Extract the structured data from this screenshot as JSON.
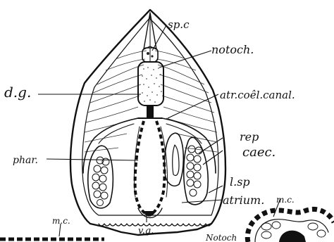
{
  "figure": {
    "labels": {
      "sp_c": "sp.c",
      "notoch": "notoch.",
      "d_g": "d.g.",
      "atr_coel_canal": "atr.coêl.canal.",
      "rep": "rep",
      "caec": "caec.",
      "phar": "phar.",
      "l_sp": "l.sp",
      "atrium": "atrium.",
      "m_c_right": "m.c.",
      "m_c_left": "m.c.",
      "v_g": "v.g.",
      "notoch_bottom": "Notoch"
    }
  }
}
